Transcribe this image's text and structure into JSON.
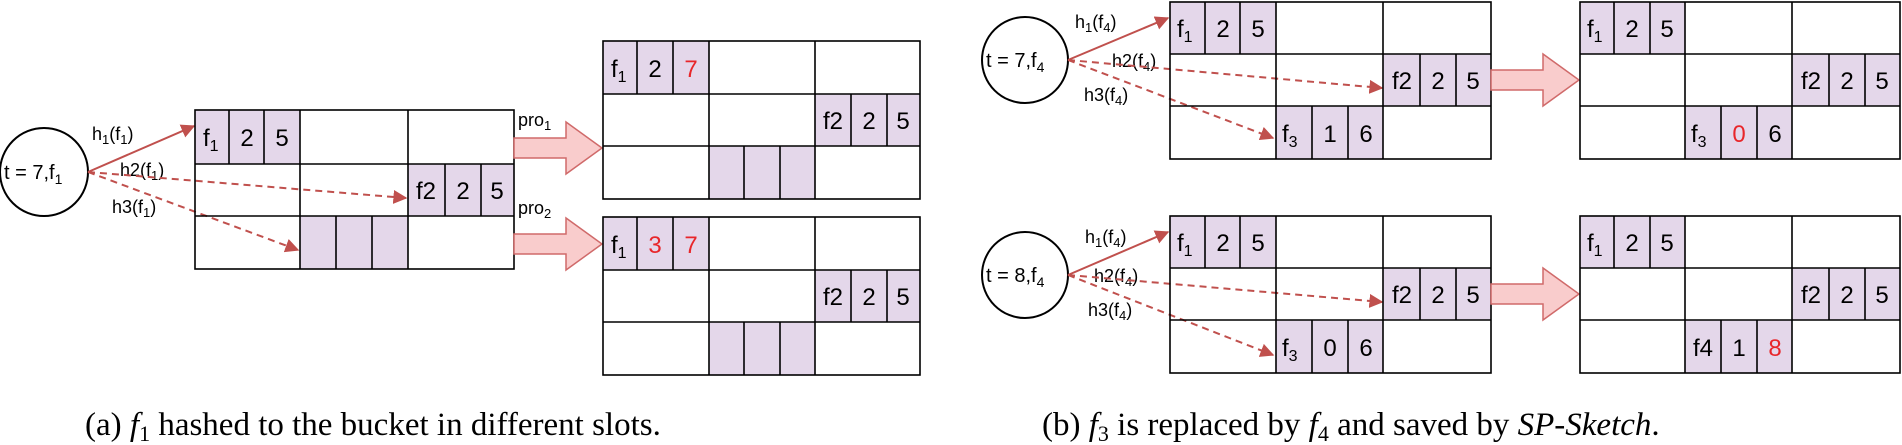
{
  "colors": {
    "cell_fill": "#e4d7ea",
    "hash_arrow": "#c0504d",
    "block_arrow_fill": "#f9cccc",
    "block_arrow_stroke": "#d06a6a",
    "highlight_text": "#e8262a"
  },
  "panel_a": {
    "state": "t = 7,f",
    "state_sub": "1",
    "h1": {
      "pre": "h",
      "s1": "1",
      "mid": "(f",
      "s2": "1",
      "post": ")"
    },
    "h2": {
      "pre": "h2(f",
      "s2": "1",
      "post": ")"
    },
    "h3": {
      "pre": "h3(f",
      "s2": "1",
      "post": ")"
    },
    "pro1": {
      "pre": "pro",
      "sub": "1"
    },
    "pro2": {
      "pre": "pro",
      "sub": "2"
    },
    "grid_main": {
      "r0": [
        "f",
        "1",
        "2",
        "5"
      ],
      "r1": [
        "f2",
        "2",
        "5"
      ]
    },
    "grid_pro1": {
      "r0": [
        "f",
        "1",
        "2",
        "7"
      ],
      "r1": [
        "f2",
        "2",
        "5"
      ]
    },
    "grid_pro2": {
      "r0": [
        "f",
        "1",
        "3",
        "7"
      ],
      "r1": [
        "f2",
        "2",
        "5"
      ]
    },
    "caption": {
      "pre": "(a)  ",
      "var": "f",
      "sub": "1",
      "post": " hashed to the bucket in different slots."
    }
  },
  "panel_b": {
    "top_state": "t = 7,f",
    "top_state_sub": "4",
    "bottom_state": "t = 8,f",
    "bottom_state_sub": "4",
    "h1": {
      "pre": "h",
      "s1": "1",
      "mid": "(f",
      "s2": "4",
      "post": ")"
    },
    "h2": {
      "pre": "h2(f",
      "s2": "4",
      "post": ")"
    },
    "h3": {
      "pre": "h3(f",
      "s2": "4",
      "post": ")"
    },
    "top_left": {
      "r0": [
        "f",
        "1",
        "2",
        "5"
      ],
      "r1": [
        "f2",
        "2",
        "5"
      ],
      "r2": [
        "f",
        "3",
        "1",
        "6"
      ]
    },
    "top_right": {
      "r0": [
        "f",
        "1",
        "2",
        "5"
      ],
      "r1": [
        "f2",
        "2",
        "5"
      ],
      "r2": [
        "f",
        "3",
        "0",
        "6"
      ]
    },
    "bottom_left": {
      "r0": [
        "f",
        "1",
        "2",
        "5"
      ],
      "r1": [
        "f2",
        "2",
        "5"
      ],
      "r2": [
        "f",
        "3",
        "0",
        "6"
      ]
    },
    "bottom_right": {
      "r0": [
        "f",
        "1",
        "2",
        "5"
      ],
      "r1": [
        "f2",
        "2",
        "5"
      ],
      "r2": [
        "f4",
        "1",
        "8"
      ]
    },
    "caption": {
      "pre": "(b)  ",
      "var1": "f",
      "sub1": "3",
      "mid": " is replaced by ",
      "var2": "f",
      "sub2": "4",
      "post": " and saved by ",
      "name": "SP-Sketch",
      "end": "."
    }
  }
}
